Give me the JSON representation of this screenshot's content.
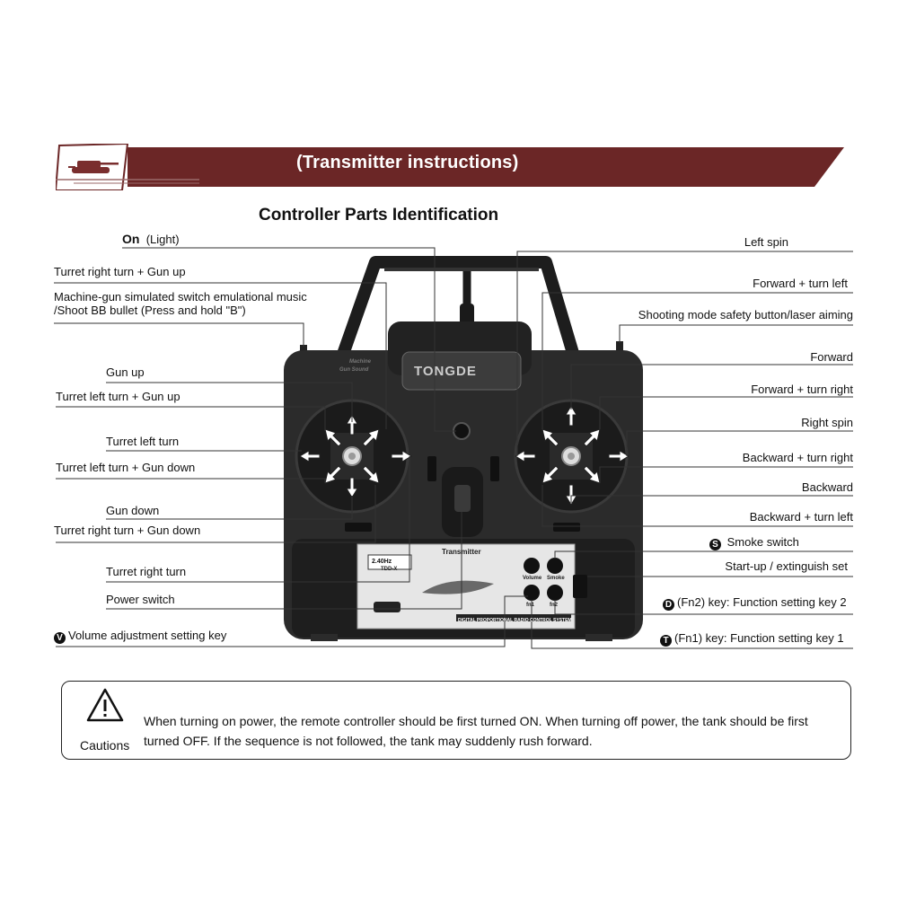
{
  "header": {
    "title": "(Transmitter instructions)",
    "heading": "Controller Parts Identification",
    "accent_color": "#6b2626",
    "icon": "tank-icon"
  },
  "labels_left": {
    "on_word": "On",
    "on_light": "(Light)",
    "turret_right_gun_up": "Turret right turn + Gun up",
    "machine_gun_line1": "Machine-gun simulated switch emulational music",
    "machine_gun_line2": "/Shoot BB bullet (Press and hold \"B\")",
    "gun_up": "Gun up",
    "turret_left_gun_up": "Turret left turn + Gun up",
    "turret_left_turn": "Turret left turn",
    "turret_left_gun_down": "Turret left turn + Gun down",
    "gun_down": "Gun down",
    "turret_right_gun_down": "Turret right turn + Gun down",
    "turret_right_turn": "Turret right turn",
    "power_switch": "Power switch",
    "volume_badge": "V",
    "volume_key": "Volume adjustment setting key"
  },
  "labels_right": {
    "left_spin": "Left spin",
    "forward_turn_left": "Forward + turn left",
    "shooting_mode": "Shooting mode safety button/laser aiming",
    "forward": "Forward",
    "forward_turn_right": "Forward + turn right",
    "right_spin": "Right spin",
    "backward_turn_right": "Backward + turn right",
    "backward": "Backward",
    "backward_turn_left": "Backward + turn left",
    "smoke_badge": "S",
    "smoke_switch": "Smoke switch",
    "startup_set": "Start-up / extinguish set",
    "fn2_badge": "D",
    "fn2_key": "(Fn2) key: Function setting key 2",
    "fn1_badge": "T",
    "fn1_key": "(Fn1) key: Function setting key 1"
  },
  "controller": {
    "brand": "TONGDE",
    "panel_title": "Transmitter",
    "frequency": "2.40Hz",
    "model": "TDD-X",
    "btn_volume": "Volume",
    "btn_smoke": "Smoke",
    "btn_fn1": "fn1",
    "btn_fn2": "fn2",
    "bottom_strip": "DIGITAL PROPORTIONAL RADIO CONTROL SYSTEM",
    "machine_label_line1": "Machine",
    "machine_label_line2": "Gun Sound"
  },
  "caution": {
    "label": "Cautions",
    "icon": "warning-icon",
    "text": "When turning on power, the remote controller should be first turned ON. When turning off power, the tank should be first turned OFF. If the sequence is not followed, the tank may suddenly rush forward."
  }
}
